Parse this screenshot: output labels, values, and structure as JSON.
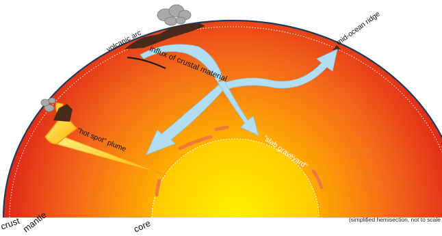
{
  "labels": {
    "volcanic_arc": "volcanic arc",
    "mid_ocean_ridge": "mid-ocean ridge",
    "influx": "influx of crustal material",
    "hot_spot_plume": "\"hot spot\" plume",
    "slab_graveyard": "\"slab graveyard\"",
    "crust": "crust",
    "mantle": "mantle",
    "core": "core"
  },
  "note": "(simplified hemisection, not to scale",
  "colors": {
    "crust_line": "#1e3a5f",
    "mantle_inner": "#ffd400",
    "mantle_outer": "#e8311a",
    "flow_arrow": "#b3def2",
    "plume": "#ffd23a",
    "slab": "#f07a3a",
    "volcano_rock": "#4a2a1a",
    "smoke": "#a9a9a9"
  },
  "icons": [
    "volcano-icon",
    "smoke-plume-icon",
    "flow-arrow-icon"
  ]
}
